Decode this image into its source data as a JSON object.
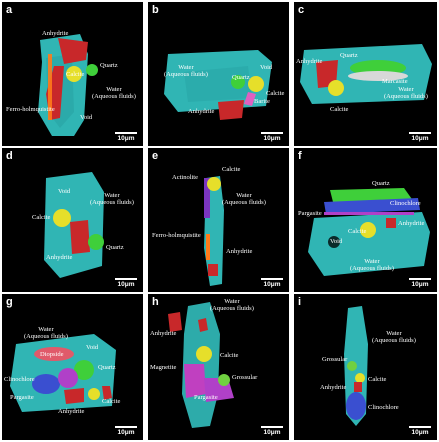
{
  "scale_label": "10μm",
  "colors": {
    "water": "#35c9c8",
    "anhydrite": "#c8282a",
    "calcite": "#e6df2a",
    "quartz": "#3fcf3a",
    "marcasite": "#d8d8d8",
    "diopside": "#e05a6a",
    "clinochlore": "#3a4fd0",
    "pargasite": "#b040c8",
    "actinolite": "#7b35c0",
    "ferro_holmquistite": "#ff7a1a",
    "magnetite": "#c040c0",
    "grossular": "#70d040",
    "barite": "#e060c0"
  },
  "panels": [
    {
      "id": "a",
      "labels": [
        "Anhydrite",
        "Quartz",
        "Calcite",
        "Water",
        "(Aqueous fluids)",
        "Ferro-holmquistite",
        "Void"
      ]
    },
    {
      "id": "b",
      "labels": [
        "Water",
        "(Aqueous fluids)",
        "Void",
        "Quartz",
        "Calcite",
        "Barite",
        "Anhydrite"
      ]
    },
    {
      "id": "c",
      "labels": [
        "Anhydrite",
        "Quartz",
        "Marcasite",
        "Water",
        "(Aqueous fluids)",
        "Calcite"
      ]
    },
    {
      "id": "d",
      "labels": [
        "Void",
        "Water",
        "(Aqueous fluids)",
        "Calcite",
        "Anhydrite",
        "Quartz"
      ]
    },
    {
      "id": "e",
      "labels": [
        "Calcite",
        "Actinolite",
        "Water",
        "(Aqueous fluids)",
        "Ferro-holmquistite",
        "Anhydrite"
      ]
    },
    {
      "id": "f",
      "labels": [
        "Quartz",
        "Clinochlore",
        "Pargasite",
        "Anhydrite",
        "Calcite",
        "Void",
        "Water",
        "(Aqueous fluids)"
      ]
    },
    {
      "id": "g",
      "labels": [
        "Water",
        "(Aqueous fluids)",
        "Void",
        "Diopside",
        "Quartz",
        "Clinochlore",
        "Pargasite",
        "Calcite",
        "Anhydrite"
      ]
    },
    {
      "id": "h",
      "labels": [
        "Water",
        "(Aqueous fluids)",
        "Anhydrite",
        "Calcite",
        "Magnetite",
        "Grossular",
        "Pargasite"
      ]
    },
    {
      "id": "i",
      "labels": [
        "Water",
        "(Aqueous fluids)",
        "Grossular",
        "Calcite",
        "Anhydrite",
        "Clinochlore"
      ]
    }
  ]
}
